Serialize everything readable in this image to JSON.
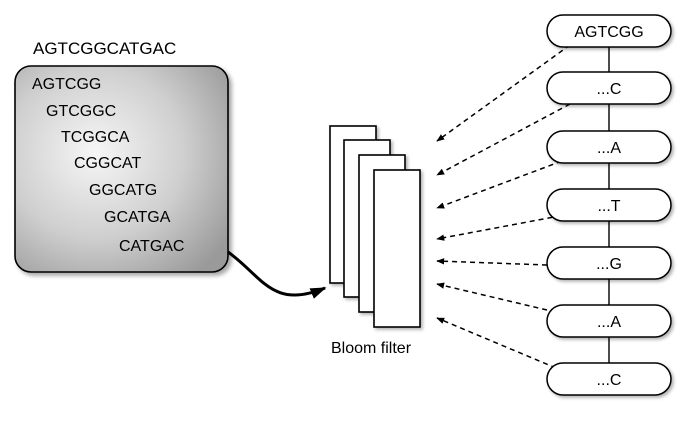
{
  "sequence": "AGTCGGCATGAC",
  "kmers": [
    "AGTCGG",
    "GTCGGC",
    "TCGGCA",
    "CGGCAT",
    "GGCATG",
    "GCATGA",
    "CATGAC"
  ],
  "filter_label": "Bloom filter",
  "chain": [
    "AGTCGG",
    "...C",
    "...A",
    "...T",
    "...G",
    "...A",
    "...C"
  ],
  "colors": {
    "stroke": "#000000",
    "box_gradient_light": "#f6f6f6",
    "box_gradient_dark": "#9a9a9a",
    "page": "#ffffff"
  }
}
